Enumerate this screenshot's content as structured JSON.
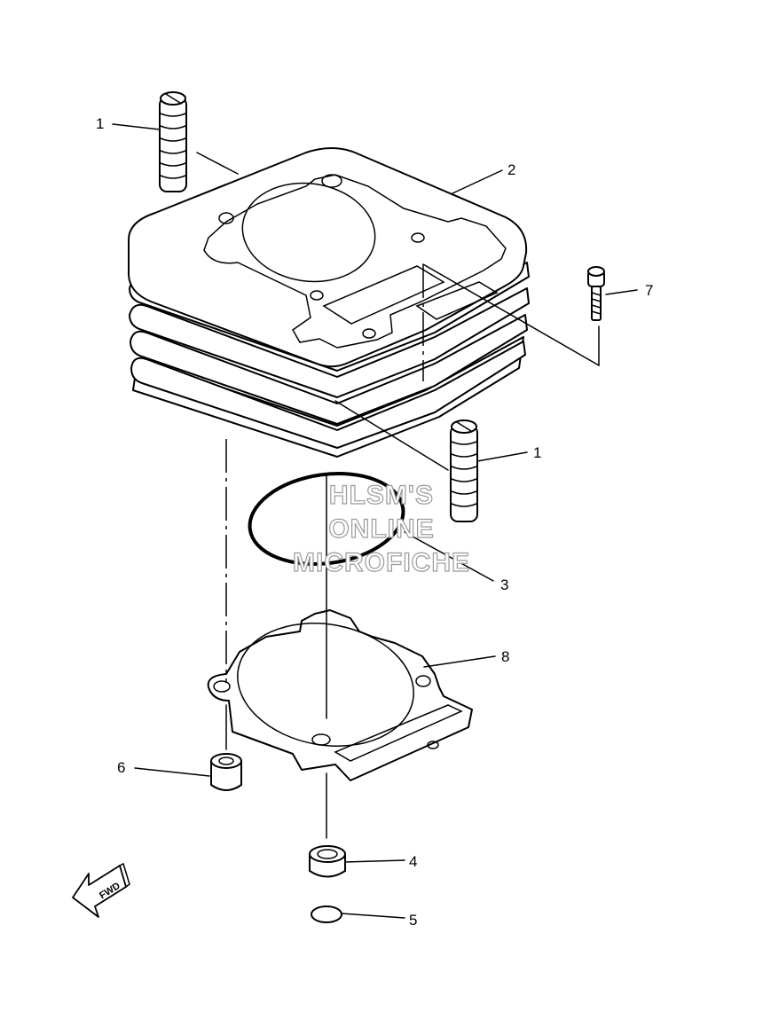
{
  "callouts": {
    "c1a": "1",
    "c1b": "1",
    "c2": "2",
    "c3": "3",
    "c4": "4",
    "c5": "5",
    "c6": "6",
    "c7": "7",
    "c8": "8"
  },
  "watermark": {
    "line1": "HLSM'S",
    "line2": "ONLINE",
    "line3": "MICROFICHE"
  },
  "fwd_label": "FWD"
}
